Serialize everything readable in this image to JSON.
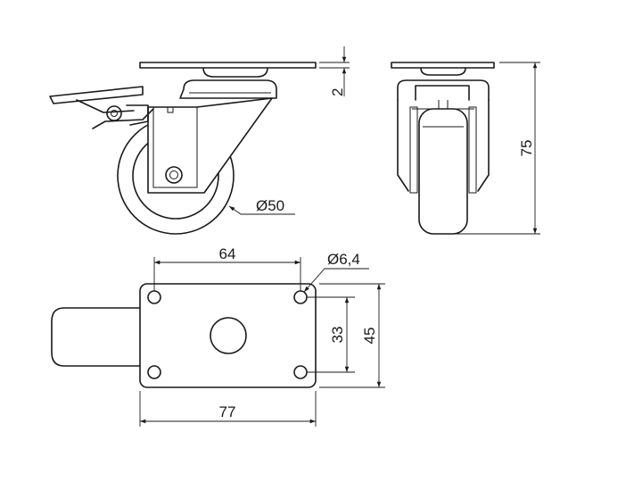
{
  "labels": {
    "wheel_diameter": "Ø50",
    "plate_thickness": "2",
    "total_height": "75",
    "hole_spacing_x": "64",
    "hole_diameter": "Ø6,4",
    "hole_spacing_y": "33",
    "plate_width": "45",
    "plate_length": "77"
  }
}
